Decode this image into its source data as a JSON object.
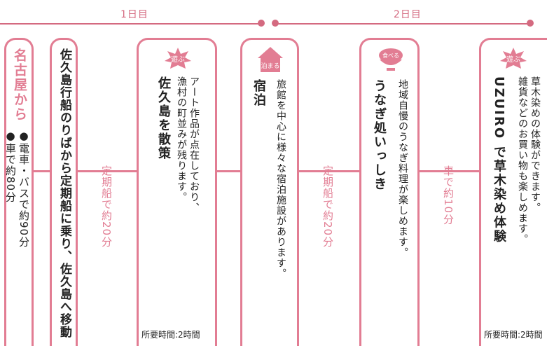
{
  "days": {
    "day1": "1日目",
    "day2": "2日目"
  },
  "palette": {
    "accent": "#e27d93",
    "accent_dark": "#d46a80"
  },
  "cards": {
    "nagoya": {
      "title": "名古屋から",
      "line1": "●車で約80分",
      "line2": "●電車・バスで約90分"
    },
    "ferry": {
      "title": "佐久島行船のりばから定期船に乗り、佐久島へ移動"
    },
    "walk": {
      "badge": "遊ぶ",
      "title": "佐久島を散策",
      "desc1": "アート作品が点在しており、",
      "desc2": "漁村の町並みが残ります。",
      "time": "所要時間:2時間"
    },
    "stay": {
      "badge": "泊まる",
      "title": "宿泊",
      "desc": "旅館を中心に様々な宿泊施設があります。"
    },
    "eel": {
      "badge": "食べる",
      "title": "うなぎ処いっしき",
      "desc": "地域自慢のうなぎ料理が楽しめます。"
    },
    "dye": {
      "badge": "遊ぶ",
      "title": "UZUIRO で草木染め体験",
      "desc1": "草木染めの体験ができます。",
      "desc2": "雑貨などのお買い物も楽しめます。",
      "time": "所要時間:2時間"
    }
  },
  "transits": {
    "t1": "定期船で約20分",
    "t2": "定期船で約20分",
    "t3": "車で約10分"
  }
}
